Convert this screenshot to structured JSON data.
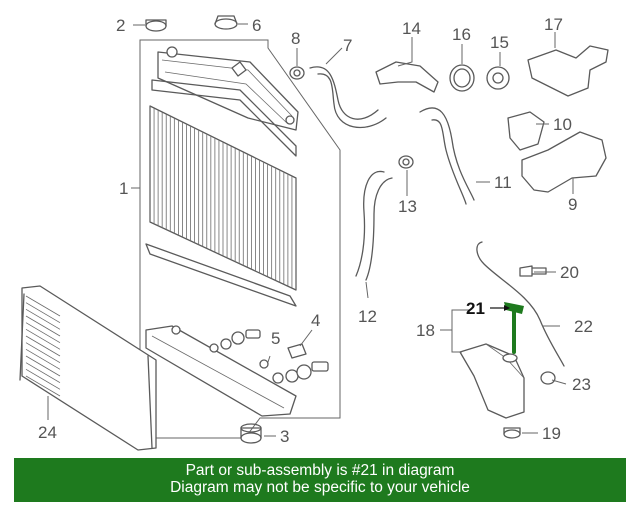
{
  "callouts": {
    "c1": "1",
    "c2": "2",
    "c3": "3",
    "c4": "4",
    "c5": "5",
    "c6": "6",
    "c7": "7",
    "c8": "8",
    "c9": "9",
    "c10": "10",
    "c11": "11",
    "c12": "12",
    "c13": "13",
    "c14": "14",
    "c15": "15",
    "c16": "16",
    "c17": "17",
    "c18": "18",
    "c19": "19",
    "c20": "20",
    "c21": "21",
    "c22": "22",
    "c23": "23",
    "c24": "24"
  },
  "highlight_part": "21",
  "colors": {
    "highlight": "#1e7a1e",
    "line": "#5a5a5a",
    "banner": "#1e7a1e"
  },
  "banner": {
    "line1": "Part or sub-assembly is #21 in diagram",
    "line2": "Diagram may not be specific to your vehicle"
  }
}
